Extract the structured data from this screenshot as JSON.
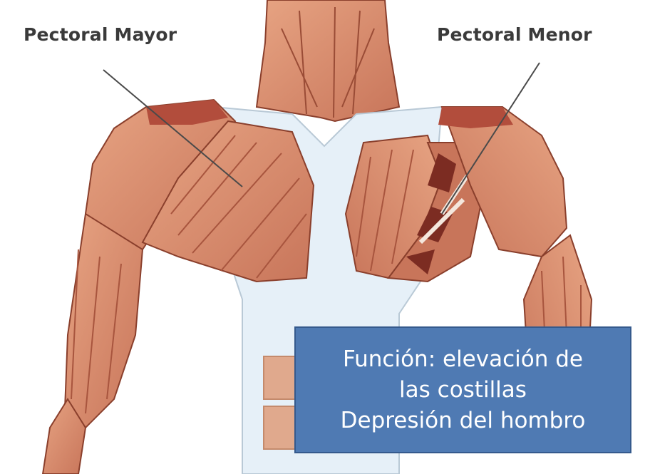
{
  "labels": {
    "left": "Pectoral Mayor",
    "right": "Pectoral Menor"
  },
  "info_box": {
    "line1": "Función: elevación de",
    "line2": "las costillas",
    "line3": "Depresión del hombro"
  },
  "colors": {
    "muscle": "#d98d6e",
    "muscle_dark": "#a34a38",
    "tendon": "#e6f0f8",
    "box": "#4f7ab3"
  }
}
